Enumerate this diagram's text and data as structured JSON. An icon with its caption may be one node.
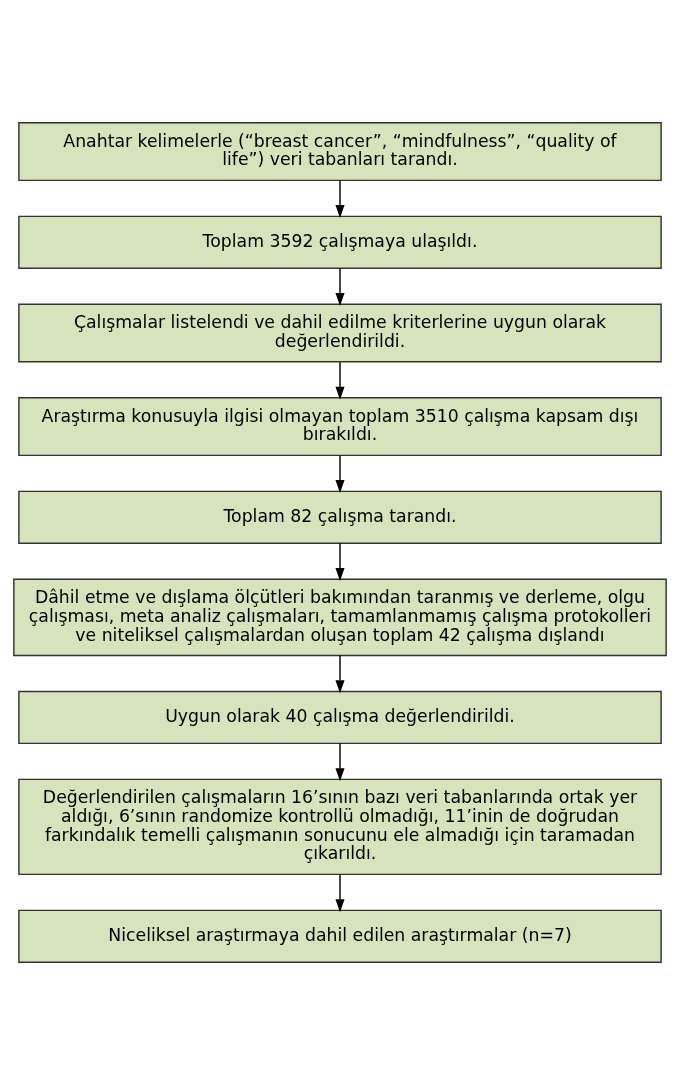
{
  "diagram": {
    "nodes": [
      {
        "text": [
          "Anahtar kelimelerle (“breast cancer”, “mindfulness”, “quality of life”) veri tabanları tarandı."
        ]
      },
      {
        "text": [
          "Toplam 3592 çalışmaya ulaşıldı."
        ]
      },
      {
        "text": [
          "Çalışmalar listelendi ve dahil edilme kriterlerine uygun olarak değerlendirildi."
        ]
      },
      {
        "text": [
          "Araştırma konusuyla ilgisi olmayan toplam 3510 çalışma kapsam dışı bırakıldı."
        ]
      },
      {
        "text": [
          "Toplam 82 çalışma tarandı."
        ]
      },
      {
        "text": [
          "Dâhil etme ve dışlama ölçütleri bakımından taranmış ve derleme, olgu çalışması, meta analiz çalışmaları, tamamlanmamış çalışma protokolleri ve niteliksel çalışmalardan oluşan toplam 42 çalışma dışlandı"
        ]
      },
      {
        "text": [
          "Uygun olarak 40 çalışma değerlendirildi."
        ]
      },
      {
        "text": [
          "Değerlendirilen çalışmaların 16’sının bazı veri tabanlarında ortak yer aldığı, 6’sının randomize kontrollü olmadığı, 11’inin de doğrudan farkındalık temelli çalışmanın sonucunu ele almadığı için taramadan çıkarıldı."
        ]
      },
      {
        "text": [
          "Niceliksel araştırmaya dahil edilen araştırmalar (n=7)"
        ]
      }
    ],
    "edges": [
      {
        "from": 0,
        "to": 1,
        "arrow": "to"
      },
      {
        "from": 1,
        "to": 2,
        "arrow": "to"
      },
      {
        "from": 2,
        "to": 3,
        "arrow": "to"
      },
      {
        "from": 3,
        "to": 4,
        "arrow": "to"
      },
      {
        "from": 4,
        "to": 5,
        "arrow": "to"
      },
      {
        "from": 5,
        "to": 6,
        "arrow": "to"
      },
      {
        "from": 6,
        "to": 7,
        "arrow": "to"
      },
      {
        "from": 7,
        "to": 8,
        "arrow": "to"
      }
    ]
  }
}
